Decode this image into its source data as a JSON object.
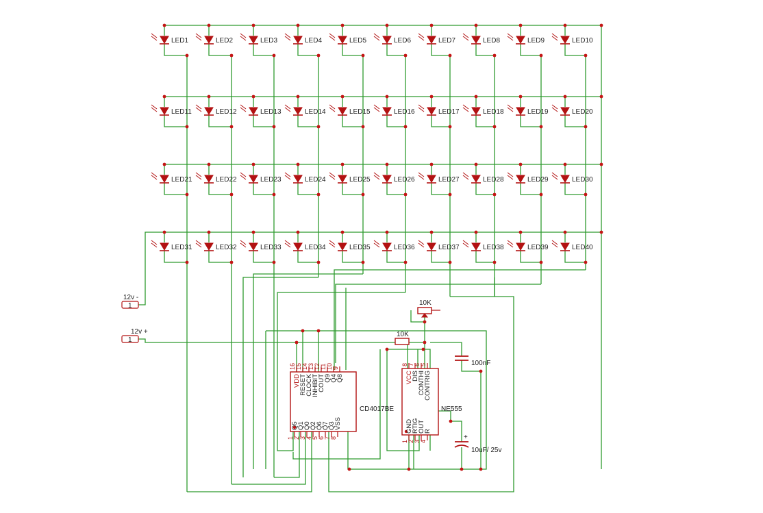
{
  "leds": {
    "row1": [
      "LED1",
      "LED2",
      "LED3",
      "LED4",
      "LED5",
      "LED6",
      "LED7",
      "LED8",
      "LED9",
      "LED10"
    ],
    "row2": [
      "LED11",
      "LED12",
      "LED13",
      "LED14",
      "LED15",
      "LED16",
      "LED17",
      "LED18",
      "LED19",
      "LED20"
    ],
    "row3": [
      "LED21",
      "LED22",
      "LED23",
      "LED24",
      "LED25",
      "LED26",
      "LED27",
      "LED28",
      "LED29",
      "LED30"
    ],
    "row4": [
      "LED31",
      "LED32",
      "LED33",
      "LED34",
      "LED35",
      "LED36",
      "LED37",
      "LED38",
      "LED39",
      "LED40"
    ]
  },
  "connectors": {
    "neg": {
      "label": "12v -",
      "pin": "1"
    },
    "pos": {
      "label": "12v +",
      "pin": "1"
    }
  },
  "counter": {
    "name": "CD4017BE",
    "top_pins": [
      {
        "num": "16",
        "name": "VDD"
      },
      {
        "num": "15",
        "name": "RESET"
      },
      {
        "num": "14",
        "name": "CLOCK"
      },
      {
        "num": "13",
        "name": "INHIBIT"
      },
      {
        "num": "12",
        "name": "COUT"
      },
      {
        "num": "11",
        "name": "Q9"
      },
      {
        "num": "10",
        "name": "Q4"
      },
      {
        "num": "9",
        "name": "Q8"
      }
    ],
    "bottom_pins": [
      {
        "num": "1",
        "name": "Q5"
      },
      {
        "num": "2",
        "name": "Q1"
      },
      {
        "num": "3",
        "name": "Q0"
      },
      {
        "num": "4",
        "name": "Q2"
      },
      {
        "num": "5",
        "name": "Q6"
      },
      {
        "num": "6",
        "name": "Q7"
      },
      {
        "num": "7",
        "name": "Q3"
      },
      {
        "num": "8",
        "name": "VSS"
      }
    ]
  },
  "timer": {
    "name": "NE555",
    "top_pins": [
      {
        "num": "8",
        "name": "VCC"
      },
      {
        "num": "7",
        "name": "DIS"
      },
      {
        "num": "6",
        "name": "CONTHI"
      },
      {
        "num": "5",
        "name": "CONTRIG"
      }
    ],
    "bottom_pins": [
      {
        "num": "1",
        "name": "GND"
      },
      {
        "num": "2",
        "name": "RTIG"
      },
      {
        "num": "3",
        "name": "OUT"
      },
      {
        "num": "4",
        "name": "R"
      }
    ]
  },
  "components": {
    "pot": "10K",
    "resistor": "10K",
    "cap_small": "100nF",
    "cap_elec": "10uF/ 25v",
    "plus": "+"
  },
  "colors": {
    "wire": "#2e9a2e",
    "component": "#b21212"
  }
}
